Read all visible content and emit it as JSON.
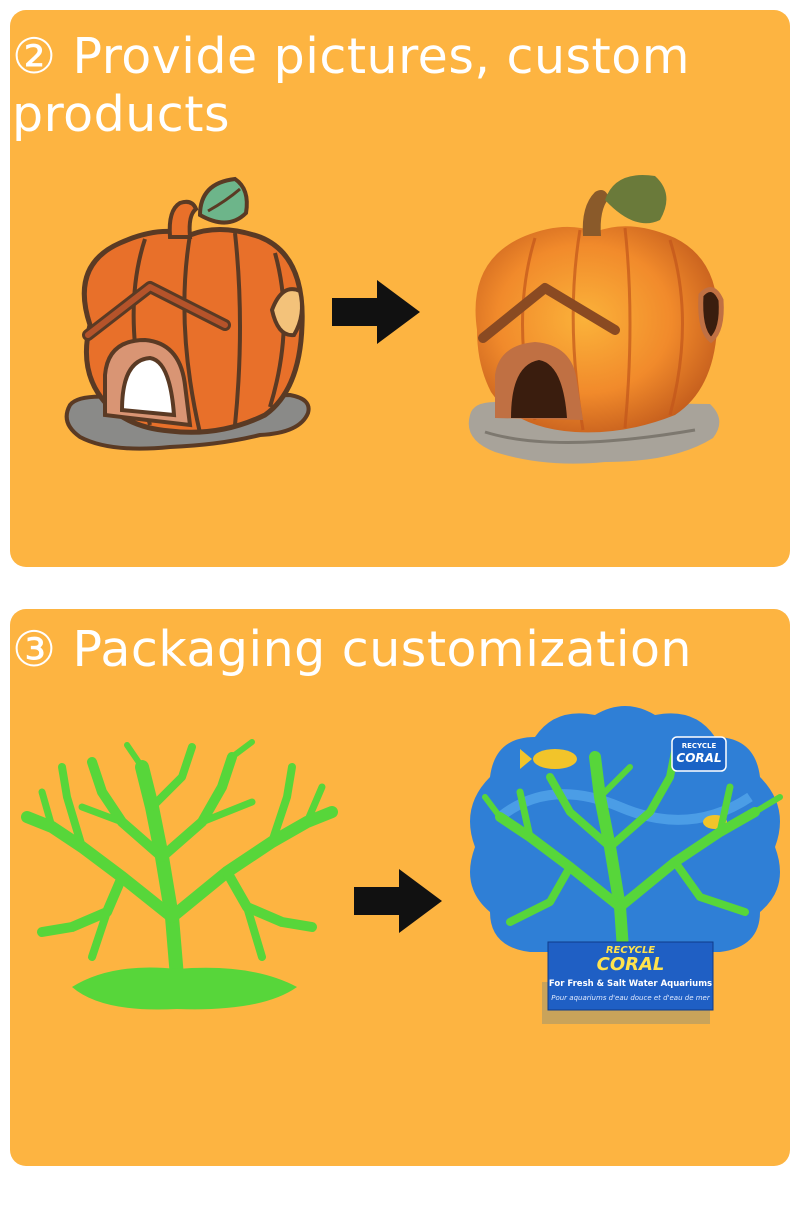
{
  "sections": [
    {
      "heading": "② Provide pictures, custom products"
    },
    {
      "heading": "③ Packaging customization",
      "package": {
        "badge_top": "RECYCLE",
        "badge_bottom": "CORAL",
        "label_top": "RECYCLE",
        "label_main": "CORAL",
        "label_sub": "For Fresh & Salt Water Aquariums",
        "label_fine": "Pour aquariums d'eau douce et d'eau de mer"
      }
    }
  ],
  "colors": {
    "panel": "#fdb441",
    "heading_text": "#ffffff",
    "arrow": "#111111",
    "coral": "#57d63a",
    "pumpkin": "#e8702a"
  },
  "icons": [
    "arrow-right-icon",
    "arrow-right-icon"
  ]
}
